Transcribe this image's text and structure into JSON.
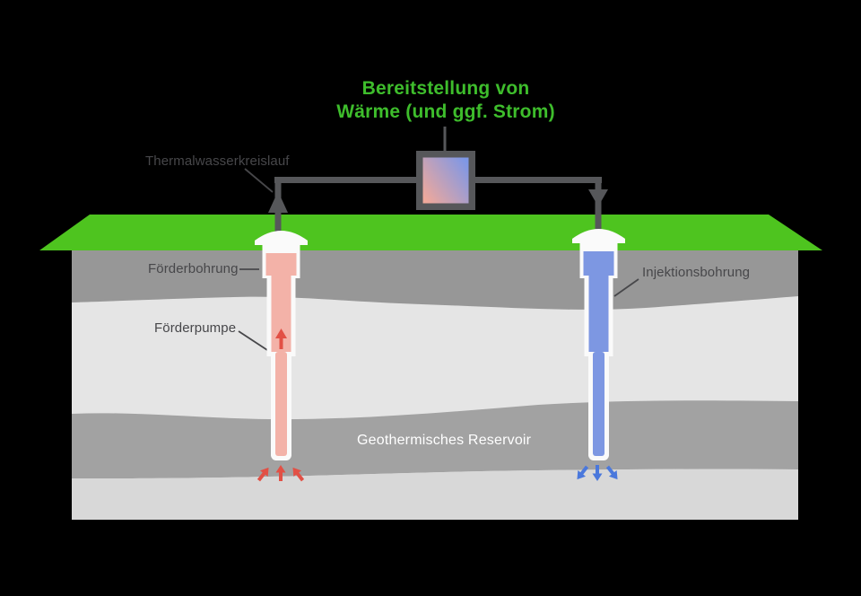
{
  "title": {
    "line1": "Bereitstellung von",
    "line2": "Wärme (und ggf. Strom)"
  },
  "labels": {
    "thermal_loop": "Thermalwasserkreislauf",
    "production_well": "Förderbohrung",
    "production_pump": "Förderpumpe",
    "injection_well": "Injektionsbohrung",
    "reservoir": "Geothermisches Reservoir"
  },
  "colors": {
    "background": "#000000",
    "title_green": "#3ebd2c",
    "surface_green": "#4ec41f",
    "pipe_gray": "#56575a",
    "label_gray": "#47474a",
    "layer_top_gray": "#979797",
    "layer_light": "#e5e5e5",
    "reservoir_gray": "#a2a2a2",
    "layer_bottom_light": "#d8d8d8",
    "hot_well_pink": "#f3b2a8",
    "hot_arrow_red": "#e25045",
    "cold_well_blue": "#7d97e2",
    "cold_arrow_blue": "#4a78dc",
    "heat_exchanger_hot": "#efa89b",
    "heat_exchanger_cold": "#7e97e6",
    "wellhead_white": "#fafafa"
  }
}
